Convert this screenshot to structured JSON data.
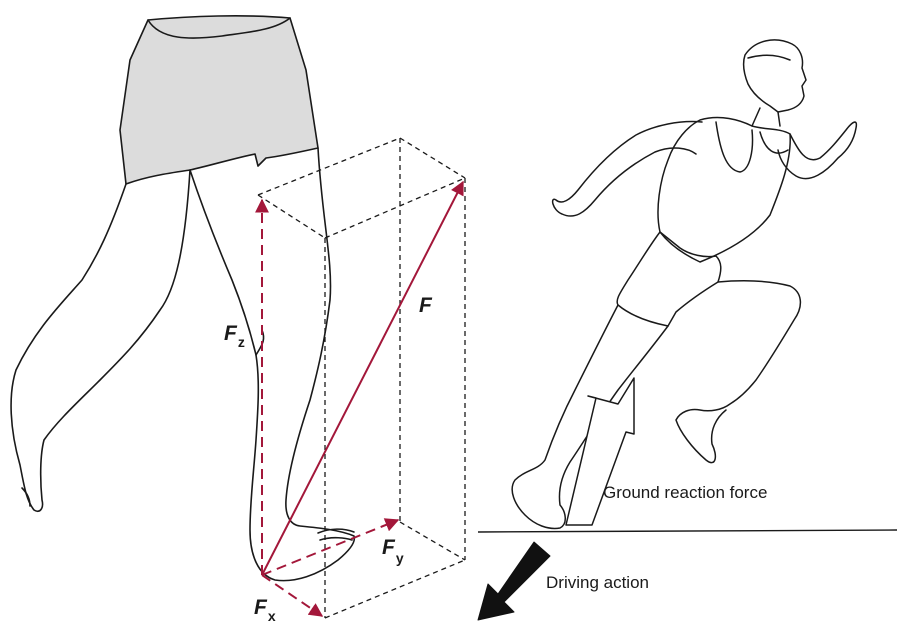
{
  "force_labels": {
    "resultant": "F",
    "z_main": "F",
    "z_sub": "z",
    "y_main": "F",
    "y_sub": "y",
    "x_main": "F",
    "x_sub": "x"
  },
  "captions": {
    "ground_reaction": "Ground reaction force",
    "driving_action": "Driving action"
  },
  "colors": {
    "force_vector": "#a3173a",
    "outline": "#1a1a1a",
    "shorts_fill": "#dcdcdc"
  }
}
